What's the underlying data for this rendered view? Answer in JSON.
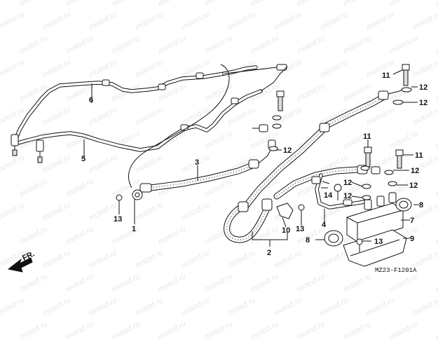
{
  "watermark_text": "motod.ru",
  "diagram_code": "MZ23-F1201A",
  "direction_label": "FR.",
  "part_numbers": {
    "p1": "1",
    "p2": "2",
    "p3": "3",
    "p4": "4",
    "p5": "5",
    "p6": "6",
    "p7": "7",
    "p8a": "8",
    "p8b": "8",
    "p9": "9",
    "p10": "10",
    "p11a": "11",
    "p11b": "11",
    "p11c": "11",
    "p12a": "12",
    "p12b": "12",
    "p12c": "12",
    "p12d": "12",
    "p12e": "12",
    "p12f": "12",
    "p12g": "12",
    "p12h": "12",
    "p13a": "13",
    "p13b": "13",
    "p13c": "13",
    "p14": "14"
  }
}
